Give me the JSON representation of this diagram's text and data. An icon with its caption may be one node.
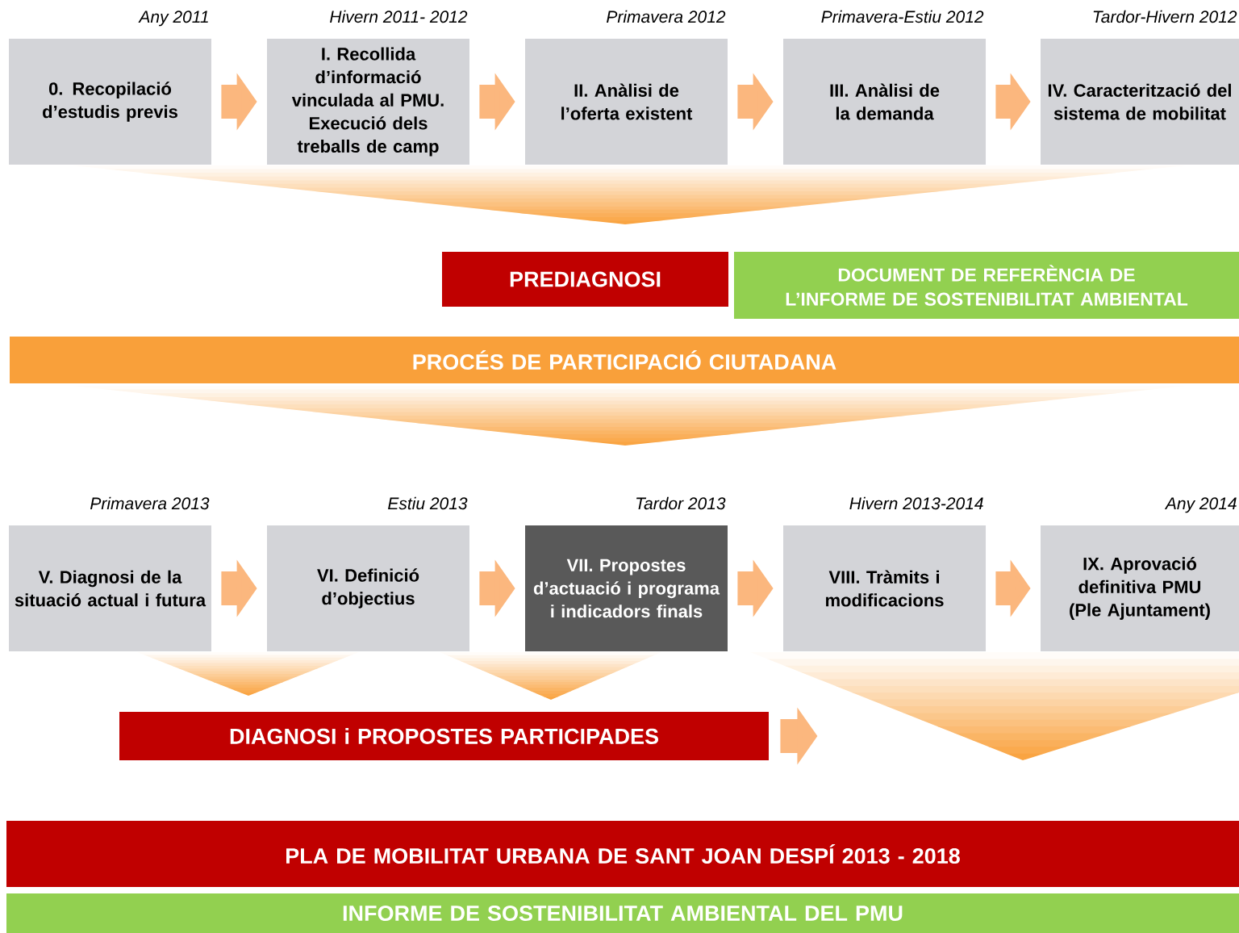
{
  "diagram": {
    "nodes": [
      {
        "text": [
          "0. Recopilació d’estudis previs"
        ],
        "beside": [
          "Any 2011"
        ]
      },
      {
        "text": [
          "I. Recollida d’informació vinculada al PMU. Execució dels treballs de camp"
        ],
        "beside": [
          "Hivern 2011- 2012"
        ]
      },
      {
        "text": [
          "II. Anàlisi de l’oferta existent"
        ],
        "beside": [
          "Primavera 2012"
        ]
      },
      {
        "text": [
          "III. Anàlisi de la demanda"
        ],
        "beside": [
          "Primavera-Estiu 2012"
        ]
      },
      {
        "text": [
          "IV. Caracterització del sistema de mobilitat"
        ],
        "beside": [
          "Tardor-Hivern 2012"
        ]
      },
      {
        "text": [
          "PREDIAGNOSI"
        ]
      },
      {
        "text": [
          "DOCUMENT DE REFERÈNCIA DE L’INFORME DE SOSTENIBILITAT AMBIENTAL"
        ]
      },
      {
        "text": [
          "PROCÉS DE PARTICIPACIÓ CIUTADANA"
        ]
      },
      {
        "text": [
          "V. Diagnosi de la situació actual i futura"
        ],
        "beside": [
          "Primavera 2013"
        ]
      },
      {
        "text": [
          "VI. Definició d’objectius"
        ],
        "beside": [
          "Estiu 2013"
        ]
      },
      {
        "text": [
          "VII. Propostes d’actuació i programa i indicadors finals"
        ],
        "beside": [
          "Tardor  2013"
        ]
      },
      {
        "text": [
          "VIII. Tràmits i modificacions"
        ],
        "beside": [
          "Hivern 2013-2014"
        ]
      },
      {
        "text": [
          "IX. Aprovació definitiva PMU (Ple Ajuntament)"
        ],
        "beside": [
          "Any 2014"
        ]
      },
      {
        "text": [
          "DIAGNOSI  i PROPOSTES PARTICIPADES"
        ]
      },
      {
        "text": [
          "PLA DE MOBILITAT URBANA DE SANT JOAN DESPÍ 2013 - 2018"
        ]
      },
      {
        "text": [
          "INFORME DE SOSTENIBILITAT AMBIENTAL DEL PMU"
        ]
      }
    ],
    "edges": [
      {
        "from": 0,
        "to": 1,
        "arrow": "to"
      },
      {
        "from": 1,
        "to": 2,
        "arrow": "to"
      },
      {
        "from": 2,
        "to": 3,
        "arrow": "to"
      },
      {
        "from": 3,
        "to": 4,
        "arrow": "to"
      },
      {
        "from": 8,
        "to": 9,
        "arrow": "to"
      },
      {
        "from": 9,
        "to": 10,
        "arrow": "to"
      },
      {
        "from": 10,
        "to": 11,
        "arrow": "to"
      },
      {
        "from": 11,
        "to": 12,
        "arrow": "to"
      },
      {
        "from": 13,
        "to": null,
        "arrow": "to"
      }
    ]
  }
}
